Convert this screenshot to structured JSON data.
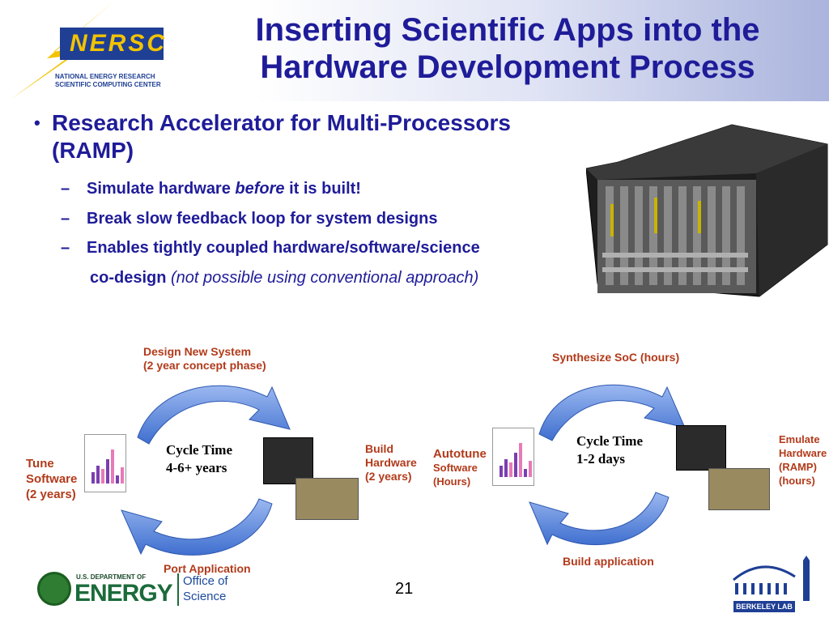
{
  "slide": {
    "title_line1": "Inserting Scientific Apps into the",
    "title_line2": "Hardware Development Process",
    "page_number": "21"
  },
  "logos": {
    "nersc_text": "NERSC",
    "nersc_sub1": "NATIONAL ENERGY RESEARCH",
    "nersc_sub2": "SCIENTIFIC COMPUTING CENTER",
    "doe_small": "U.S. DEPARTMENT OF",
    "doe_big": "ENERGY",
    "office_line1": "Office of",
    "office_line2": "Science",
    "berkeley": "BERKELEY LAB"
  },
  "bullets": {
    "main_line1": "Research Accelerator for Multi-Processors",
    "main_line2": "(RAMP)",
    "sub1_pre": "Simulate hardware ",
    "sub1_em": "before",
    "sub1_post": " it is built!",
    "sub2": "Break slow feedback loop for system designs",
    "sub3": "Enables tightly coupled hardware/software/science",
    "sub3b_bold": "co-design",
    "sub3b_italic": "(not possible using conventional approach)"
  },
  "diagram_left": {
    "top_line1": "Design New System",
    "top_line2": "(2 year concept phase)",
    "right_line1": "Build",
    "right_line2": "Hardware",
    "right_line3": "(2 years)",
    "bottom": "Port Application",
    "left_line1": "Tune",
    "left_line2": "Software",
    "left_line3": "(2 years)",
    "cycle_line1": "Cycle Time",
    "cycle_line2": "4-6+ years"
  },
  "diagram_right": {
    "top": "Synthesize SoC (hours)",
    "right_line1": "Emulate",
    "right_line2": "Hardware",
    "right_line3": "(RAMP)",
    "right_line4": "(hours)",
    "bottom": "Build application",
    "left_line1": "Autotune",
    "left_line2": "Software",
    "left_line3": "(Hours)",
    "cycle_line1": "Cycle Time",
    "cycle_line2": "1-2 days"
  },
  "colors": {
    "title": "#1f1c99",
    "label": "#b23a1a",
    "arrow": "#4a78d4"
  }
}
